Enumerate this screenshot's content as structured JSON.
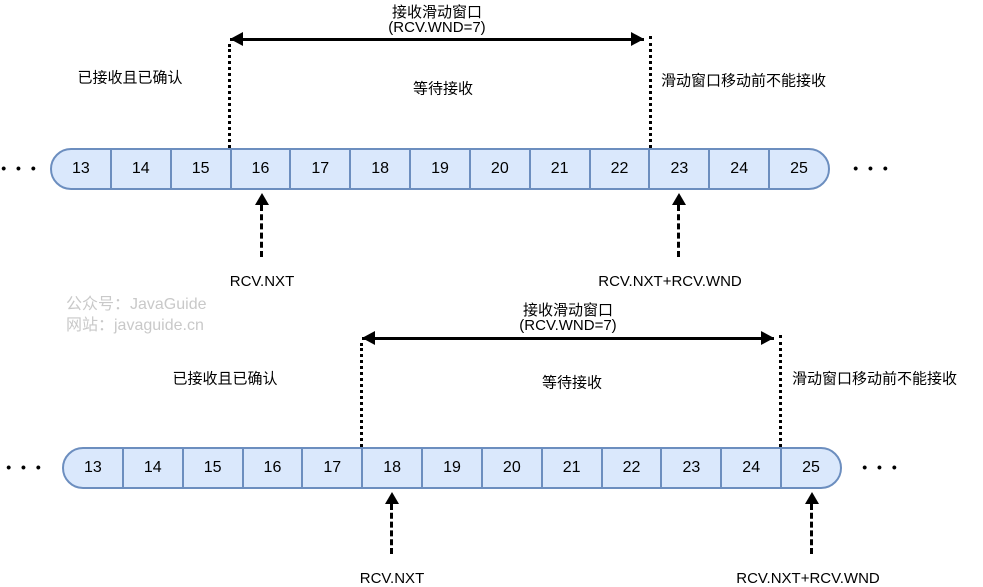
{
  "watermark": {
    "line1": "公众号：JavaGuide",
    "line2": "网站：javaguide.cn"
  },
  "colors": {
    "cell_fill": "#dae8fc",
    "cell_border": "#6c8ebf",
    "watermark_text": "#c9c9c9",
    "line_color": "#000000"
  },
  "diagrams": [
    {
      "title_line1": "接收滑动窗口",
      "title_line2": "(RCV.WND=7)",
      "label_received": "已接收且已确认",
      "label_waiting": "等待接收",
      "label_blocked": "滑动窗口移动前不能接收",
      "cells": [
        "13",
        "14",
        "15",
        "16",
        "17",
        "18",
        "19",
        "20",
        "21",
        "22",
        "23",
        "24",
        "25"
      ],
      "window_start_cell": "16",
      "window_end_boundary_cell": "23",
      "pointer_start_label": "RCV.NXT",
      "pointer_end_label": "RCV.NXT+RCV.WND",
      "ellipsis": "• • •"
    },
    {
      "title_line1": "接收滑动窗口",
      "title_line2": "(RCV.WND=7)",
      "label_received": "已接收且已确认",
      "label_waiting": "等待接收",
      "label_blocked": "滑动窗口移动前不能接收",
      "cells": [
        "13",
        "14",
        "15",
        "16",
        "17",
        "18",
        "19",
        "20",
        "21",
        "22",
        "23",
        "24",
        "25"
      ],
      "window_start_cell": "18",
      "window_end_boundary_cell": "25",
      "pointer_start_label": "RCV.NXT",
      "pointer_end_label": "RCV.NXT+RCV.WND",
      "ellipsis": "• • •"
    }
  ]
}
